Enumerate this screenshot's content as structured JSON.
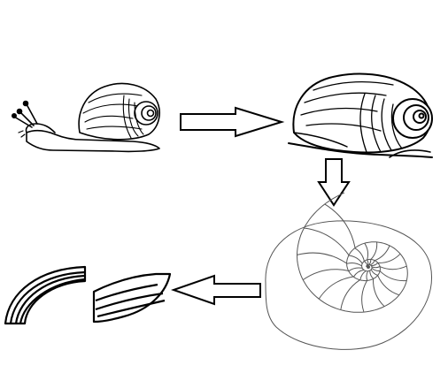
{
  "diagram": {
    "stages": [
      {
        "id": "snail-crawling",
        "depicts": "snail-crawling-illustration"
      },
      {
        "id": "snail-shell-closeup",
        "depicts": "snail-shell-illustration"
      },
      {
        "id": "spiral-shell-pattern",
        "depicts": "spiral-chambers-illustration"
      },
      {
        "id": "curved-segment-striped",
        "depicts": "curved-striped-segment"
      },
      {
        "id": "curved-segment-open",
        "depicts": "curved-striped-segment"
      }
    ],
    "flow": [
      {
        "from": "snail-crawling",
        "to": "snail-shell-closeup",
        "direction": "right"
      },
      {
        "from": "snail-shell-closeup",
        "to": "spiral-shell-pattern",
        "direction": "down"
      },
      {
        "from": "spiral-shell-pattern",
        "to": "curved-segment-open",
        "direction": "left"
      }
    ],
    "colors": {
      "line": "#000000",
      "background": "#ffffff",
      "spiral_line": "#555555"
    }
  }
}
